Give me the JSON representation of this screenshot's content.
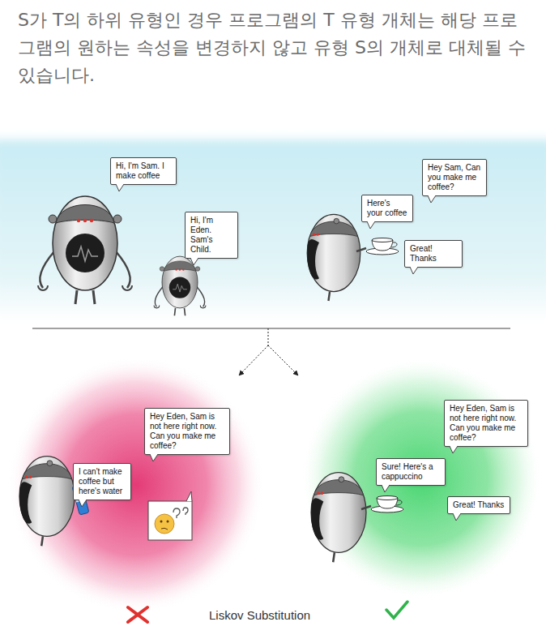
{
  "diagram": {
    "title": "S가 T의 하위 유형인 경우 프로그램의 T 유형 개체는 해당 프로그램의 원하는 속성을 변경하지 않고 유형 S의 개체로 대체될 수 있습니다.",
    "nodes": [
      {
        "text": [
          "Hi, I'm Sam. I make coffee"
        ]
      },
      {
        "text": [
          "Hi, I'm Eden. Sam's Child."
        ]
      },
      {
        "text": [
          "Hey Sam, Can you make me coffee?"
        ]
      },
      {
        "text": [
          "Here's your coffee"
        ]
      },
      {
        "text": [
          "Great! Thanks"
        ]
      },
      {
        "text": [
          "Hey Eden, Sam is not here right now. Can you make me coffee?"
        ]
      },
      {
        "text": [
          "I can't make coffee but here's water"
        ]
      },
      {
        "text": [
          "Hey Eden, Sam is not here right now. Can you make me coffee?"
        ]
      },
      {
        "text": [
          "Sure! Here's a cappuccino"
        ]
      },
      {
        "text": [
          "Great! Thanks"
        ]
      }
    ],
    "labels": [
      "Liskov Substitution"
    ]
  }
}
